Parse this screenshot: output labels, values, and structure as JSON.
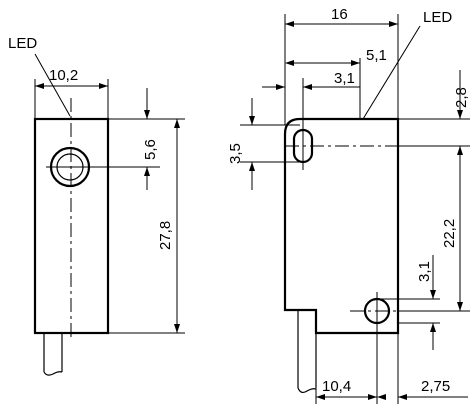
{
  "diagram": {
    "left_view": {
      "led_label": "LED",
      "width_dim": "10,2",
      "height_dim": "27,8",
      "led_offset_dim": "5,6"
    },
    "right_view": {
      "led_label": "LED",
      "width_dim": "16",
      "led_pos_dim": "5,1",
      "hole_offset_x_dim": "3,1",
      "top_offset_dim": "2,8",
      "hole_offset_y_dim": "3,5",
      "hole_spacing_dim": "22,2",
      "lower_hole_offset_dim": "3,1",
      "bottom_width_dim": "10,4",
      "bottom_offset_dim": "2,75"
    }
  }
}
